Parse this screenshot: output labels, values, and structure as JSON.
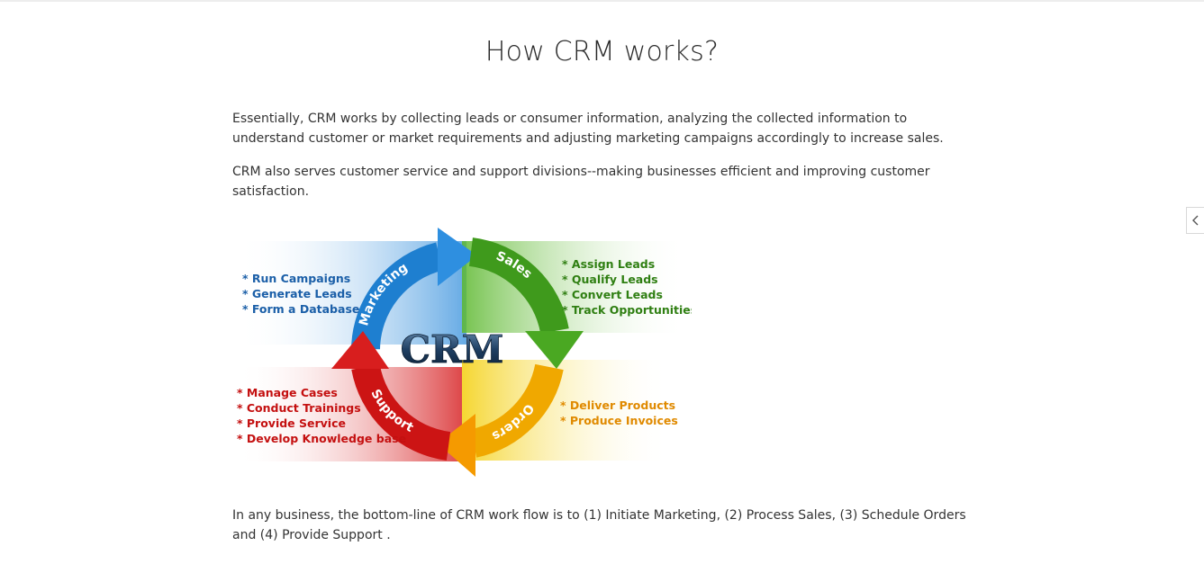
{
  "page": {
    "title": "How CRM works?",
    "paragraphs": [
      "Essentially, CRM works by collecting leads or consumer information, analyzing the collected information to understand customer or market requirements and adjusting marketing campaigns accordingly to increase sales.",
      "CRM also serves customer service and support divisions--making businesses efficient and improving customer satisfaction.",
      "In any business, the bottom-line of CRM work flow is to (1) Initiate Marketing, (2) Process Sales, (3) Schedule Orders and (4) Provide Support ."
    ]
  },
  "diagram": {
    "center_label": "CRM",
    "stages": [
      {
        "name": "Marketing",
        "color": "#1e7fd0",
        "items": [
          "* Run Campaigns",
          "* Generate Leads",
          "* Form a Database"
        ]
      },
      {
        "name": "Sales",
        "color": "#3f9a1c",
        "items": [
          "* Assign Leads",
          "* Qualify Leads",
          "* Convert Leads",
          "* Track Opportunities"
        ]
      },
      {
        "name": "Orders",
        "color": "#e99a00",
        "items": [
          "* Deliver Products",
          "* Produce Invoices"
        ]
      },
      {
        "name": "Support",
        "color": "#cc1414",
        "items": [
          "* Manage Cases",
          "* Conduct Trainings",
          "* Provide Service",
          "* Develop Knowledge base"
        ]
      }
    ]
  },
  "sidebar_toggle": {
    "icon": "chevron-left-icon"
  }
}
